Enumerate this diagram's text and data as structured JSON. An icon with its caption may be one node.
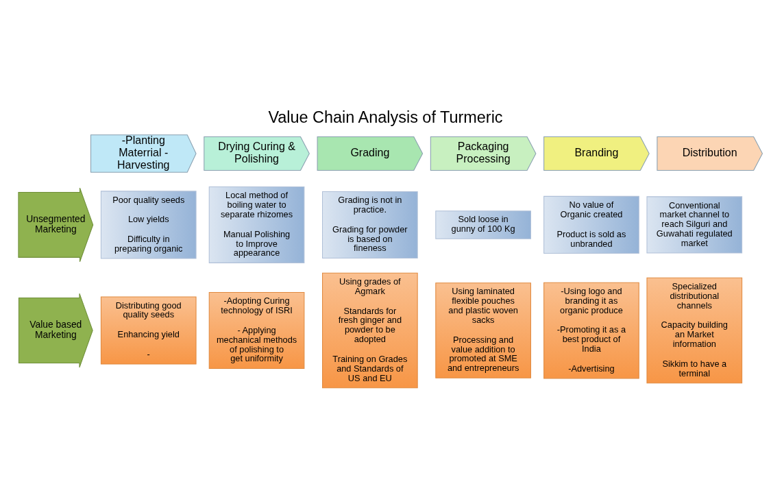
{
  "diagram": {
    "title": "Value Chain Analysis of Turmeric",
    "nodes": [
      {
        "text": [
          "-Planting Materrial - Harvesting"
        ]
      },
      {
        "text": [
          "Drying Curing & Polishing"
        ]
      },
      {
        "text": [
          "Grading"
        ]
      },
      {
        "text": [
          "Packaging Processing"
        ]
      },
      {
        "text": [
          "Branding"
        ]
      },
      {
        "text": [
          "Distribution"
        ]
      },
      {
        "text": [
          "Unsegmented Marketing"
        ]
      },
      {
        "text": [
          "Poor quality seeds",
          "Low yields",
          "Difficulty in preparing organic"
        ]
      },
      {
        "text": [
          "Local method of boiling water to separate rhizomes",
          "Manual Polishing to Improve appearance"
        ]
      },
      {
        "text": [
          "Grading is not in practice.",
          "Grading for powder is based on fineness"
        ]
      },
      {
        "text": [
          "Sold loose in gunny of 100 Kg"
        ]
      },
      {
        "text": [
          "No value of Organic created",
          "Product is sold as unbranded"
        ]
      },
      {
        "text": [
          "Conventional market channel to reach Silguri and Guwahati regulated market"
        ]
      },
      {
        "text": [
          "Value based Marketing"
        ]
      },
      {
        "text": [
          "Distributing good quality seeds",
          "Enhancing yield",
          "-"
        ]
      },
      {
        "text": [
          "-Adopting Curing technology of ISRI",
          "- Applying mechanical methods of polishing to get uniformity"
        ]
      },
      {
        "text": [
          "Using grades of Agmark",
          "Standards for fresh ginger and powder to be adopted",
          "Training on Grades and Standards of US and EU"
        ]
      },
      {
        "text": [
          "Using laminated flexible pouches and plastic woven sacks",
          "Processing and value addition to promoted at SME and entrepreneurs"
        ]
      },
      {
        "text": [
          "-Using logo and branding it as organic produce",
          "-Promoting it as a best product of India",
          "-Advertising"
        ]
      },
      {
        "text": [
          "Specialized distributional channels",
          "Capacity building an Market information",
          "Sikkim to have a terminal"
        ]
      }
    ]
  }
}
